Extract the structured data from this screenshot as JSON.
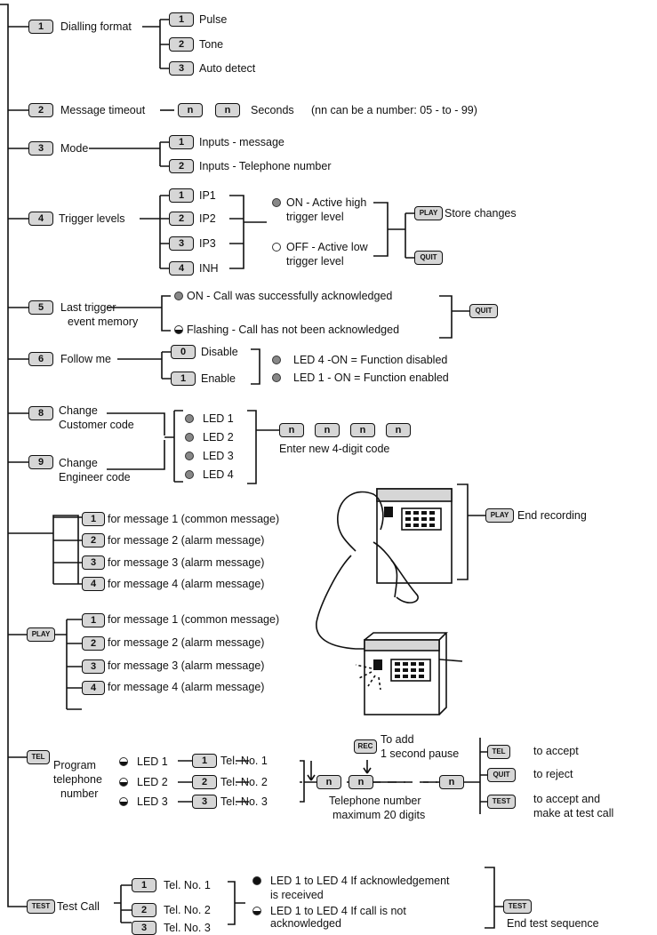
{
  "keys": {
    "play": "PLAY",
    "quit": "QUIT",
    "tel": "TEL",
    "rec": "REC",
    "test": "TEST",
    "n": "n"
  },
  "s1": {
    "num": "1",
    "label": "Dialling format",
    "opts": [
      {
        "num": "1",
        "label": "Pulse"
      },
      {
        "num": "2",
        "label": "Tone"
      },
      {
        "num": "3",
        "label": "Auto detect"
      }
    ]
  },
  "s2": {
    "num": "2",
    "label": "Message timeout",
    "seconds": "Seconds",
    "note": "(nn can be a number: 05 - to - 99)"
  },
  "s3": {
    "num": "3",
    "label": "Mode",
    "opts": [
      {
        "num": "1",
        "label": "Inputs  - message"
      },
      {
        "num": "2",
        "label": "Inputs  - Telephone number"
      }
    ]
  },
  "s4": {
    "num": "4",
    "label": "Trigger levels",
    "opts": [
      {
        "num": "1",
        "label": "IP1"
      },
      {
        "num": "2",
        "label": "IP2"
      },
      {
        "num": "3",
        "label": "IP3"
      },
      {
        "num": "4",
        "label": "INH"
      }
    ],
    "on1": "ON - Active high",
    "on2": "trigger level",
    "off1": "OFF - Active low",
    "off2": "trigger level",
    "store": "Store changes"
  },
  "s5": {
    "num": "5",
    "label1": "Last trigger",
    "label2": "event memory",
    "on": "ON - Call was successfully acknowledged",
    "flash": "Flashing  - Call has not been acknowledged"
  },
  "s6": {
    "num": "6",
    "label": "Follow me",
    "opts": [
      {
        "num": "0",
        "label": "Disable"
      },
      {
        "num": "1",
        "label": "Enable"
      }
    ],
    "led4": "LED 4 -ON = Function disabled",
    "led1": "LED 1 - ON = Function enabled"
  },
  "s89": {
    "num8": "8",
    "label8a": "Change",
    "label8b": "Customer code",
    "num9": "9",
    "label9a": "Change",
    "label9b": "Engineer code",
    "leds": [
      "LED 1",
      "LED 2",
      "LED 3",
      "LED 4"
    ],
    "enter": "Enter new 4-digit code"
  },
  "rec": {
    "items": [
      {
        "num": "1",
        "label": "for message 1 (common message)"
      },
      {
        "num": "2",
        "label": "for message 2 (alarm  message)"
      },
      {
        "num": "3",
        "label": "for message 3 (alarm message)"
      },
      {
        "num": "4",
        "label": "for message 4 (alarm message)"
      }
    ],
    "end": "End recording"
  },
  "play": {
    "items": [
      {
        "num": "1",
        "label": "for message 1 (common message)"
      },
      {
        "num": "2",
        "label": "for message 2 (alarm message)"
      },
      {
        "num": "3",
        "label": "for message 3 (alarm message)"
      },
      {
        "num": "4",
        "label": "for message 4 (alarm message)"
      }
    ]
  },
  "tel": {
    "label1": "Program",
    "label2": "telephone",
    "label3": "number",
    "leds": [
      "LED 1",
      "LED 2",
      "LED 3"
    ],
    "nums": [
      {
        "num": "1",
        "label": "Tel. No. 1"
      },
      {
        "num": "2",
        "label": "Tel. No. 2"
      },
      {
        "num": "3",
        "label": "Tel. No. 3"
      }
    ],
    "pause1": "To add",
    "pause2": "1 second pause",
    "max1": "Telephone number",
    "max2": "maximum 20 digits",
    "accept": "to accept",
    "reject": "to reject",
    "accept2": "to accept and",
    "accept3": "make at test call"
  },
  "test": {
    "label": "Test Call",
    "nums": [
      {
        "num": "1",
        "label": "Tel. No. 1"
      },
      {
        "num": "2",
        "label": "Tel. No. 2"
      },
      {
        "num": "3",
        "label": "Tel. No. 3"
      }
    ],
    "ack1": "LED 1 to LED 4 If acknowledgement",
    "ack2": "is received",
    "nack1": "LED 1 to LED 4 If call is not",
    "nack2": "acknowledged",
    "end": "End test sequence"
  }
}
